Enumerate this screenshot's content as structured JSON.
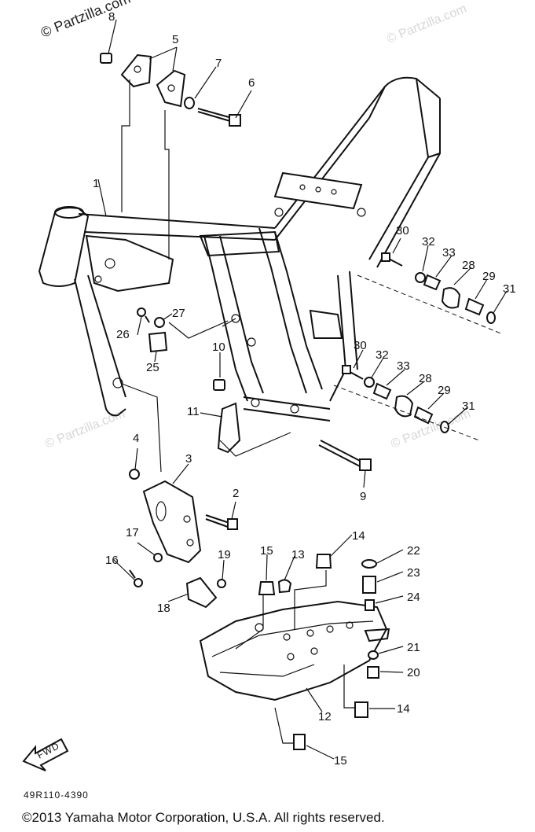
{
  "watermarks": {
    "top_left": "© Partzilla.com",
    "faint": "© Partzilla.com"
  },
  "diagram_code": "49R110-4390",
  "fwd_label": "FWD",
  "copyright": "©2013  Yamaha Motor Corporation, U.S.A. All rights reserved.",
  "callouts": [
    "1",
    "2",
    "3",
    "4",
    "5",
    "6",
    "7",
    "8",
    "9",
    "10",
    "11",
    "12",
    "13",
    "14",
    "14",
    "15",
    "15",
    "16",
    "17",
    "18",
    "19",
    "20",
    "21",
    "22",
    "23",
    "24",
    "25",
    "26",
    "27",
    "28",
    "28",
    "29",
    "29",
    "30",
    "30",
    "31",
    "31",
    "32",
    "32",
    "33",
    "33"
  ]
}
